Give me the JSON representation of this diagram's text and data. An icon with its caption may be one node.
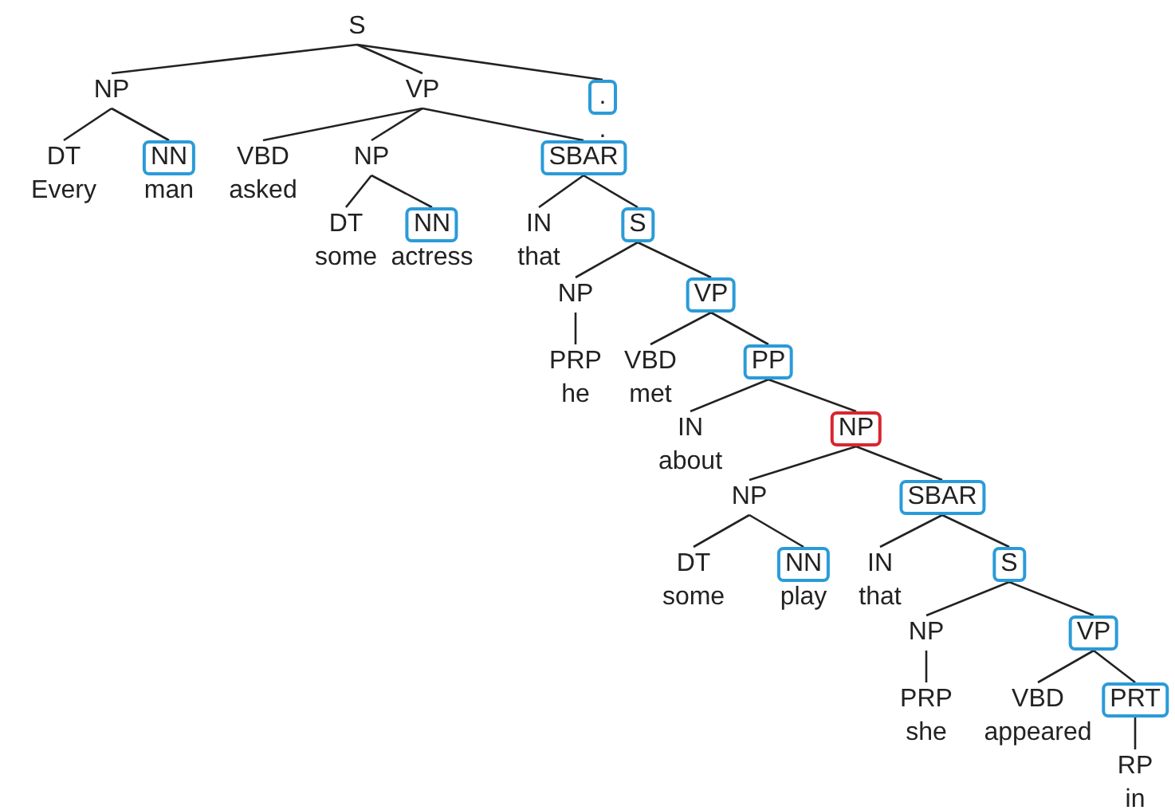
{
  "diagram": {
    "nodes": [
      {
        "text": [
          "S"
        ]
      },
      {
        "text": [
          "NP"
        ]
      },
      {
        "text": [
          "VP"
        ]
      },
      {
        "text": [
          ".",
          "."
        ]
      },
      {
        "text": [
          "DT",
          "Every"
        ]
      },
      {
        "text": [
          "NN",
          "man"
        ]
      },
      {
        "text": [
          "VBD",
          "asked"
        ]
      },
      {
        "text": [
          "NP"
        ]
      },
      {
        "text": [
          "SBAR"
        ]
      },
      {
        "text": [
          "DT",
          "some"
        ]
      },
      {
        "text": [
          "NN",
          "actress"
        ]
      },
      {
        "text": [
          "IN",
          "that"
        ]
      },
      {
        "text": [
          "S"
        ]
      },
      {
        "text": [
          "NP"
        ]
      },
      {
        "text": [
          "VP"
        ]
      },
      {
        "text": [
          "PRP",
          "he"
        ]
      },
      {
        "text": [
          "VBD",
          "met"
        ]
      },
      {
        "text": [
          "PP"
        ]
      },
      {
        "text": [
          "IN",
          "about"
        ]
      },
      {
        "text": [
          "NP"
        ]
      },
      {
        "text": [
          "NP"
        ]
      },
      {
        "text": [
          "SBAR"
        ]
      },
      {
        "text": [
          "DT",
          "some"
        ]
      },
      {
        "text": [
          "NN",
          "play"
        ]
      },
      {
        "text": [
          "IN",
          "that"
        ]
      },
      {
        "text": [
          "S"
        ]
      },
      {
        "text": [
          "NP"
        ]
      },
      {
        "text": [
          "VP"
        ]
      },
      {
        "text": [
          "PRP",
          "she"
        ]
      },
      {
        "text": [
          "VBD",
          "appeared"
        ]
      },
      {
        "text": [
          "PRT"
        ]
      },
      {
        "text": [
          "RP",
          "in"
        ]
      }
    ],
    "edges": [
      {
        "from": 0,
        "to": 1,
        "arrow": "none"
      },
      {
        "from": 0,
        "to": 2,
        "arrow": "none"
      },
      {
        "from": 0,
        "to": 3,
        "arrow": "none"
      },
      {
        "from": 1,
        "to": 4,
        "arrow": "none"
      },
      {
        "from": 1,
        "to": 5,
        "arrow": "none"
      },
      {
        "from": 2,
        "to": 6,
        "arrow": "none"
      },
      {
        "from": 2,
        "to": 7,
        "arrow": "none"
      },
      {
        "from": 2,
        "to": 8,
        "arrow": "none"
      },
      {
        "from": 7,
        "to": 9,
        "arrow": "none"
      },
      {
        "from": 7,
        "to": 10,
        "arrow": "none"
      },
      {
        "from": 8,
        "to": 11,
        "arrow": "none"
      },
      {
        "from": 8,
        "to": 12,
        "arrow": "none"
      },
      {
        "from": 12,
        "to": 13,
        "arrow": "none"
      },
      {
        "from": 12,
        "to": 14,
        "arrow": "none"
      },
      {
        "from": 13,
        "to": 15,
        "arrow": "none"
      },
      {
        "from": 14,
        "to": 16,
        "arrow": "none"
      },
      {
        "from": 14,
        "to": 17,
        "arrow": "none"
      },
      {
        "from": 17,
        "to": 18,
        "arrow": "none"
      },
      {
        "from": 17,
        "to": 19,
        "arrow": "none"
      },
      {
        "from": 19,
        "to": 20,
        "arrow": "none"
      },
      {
        "from": 19,
        "to": 21,
        "arrow": "none"
      },
      {
        "from": 20,
        "to": 22,
        "arrow": "none"
      },
      {
        "from": 20,
        "to": 23,
        "arrow": "none"
      },
      {
        "from": 21,
        "to": 24,
        "arrow": "none"
      },
      {
        "from": 21,
        "to": 25,
        "arrow": "none"
      },
      {
        "from": 25,
        "to": 26,
        "arrow": "none"
      },
      {
        "from": 25,
        "to": 27,
        "arrow": "none"
      },
      {
        "from": 26,
        "to": 28,
        "arrow": "none"
      },
      {
        "from": 27,
        "to": 29,
        "arrow": "none"
      },
      {
        "from": 27,
        "to": 30,
        "arrow": "none"
      },
      {
        "from": 30,
        "to": 31,
        "arrow": "none"
      }
    ]
  }
}
